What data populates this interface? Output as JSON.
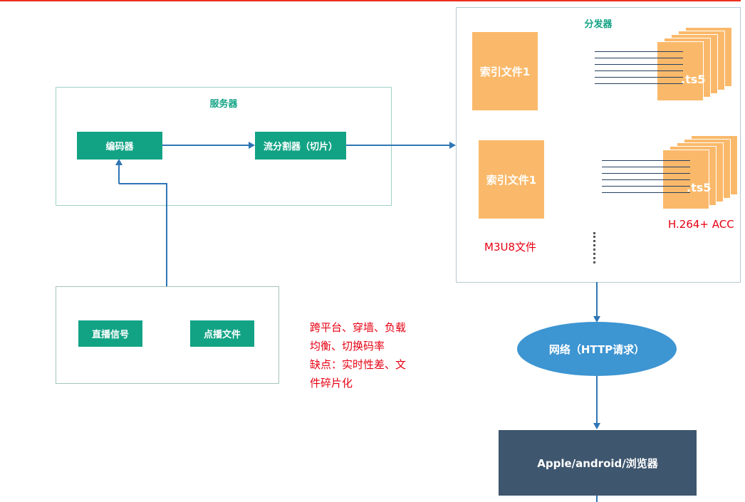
{
  "colors": {
    "teal_node": "#12a385",
    "teal_title": "#12a385",
    "orange_node": "#fab96a",
    "connector_blue": "#2e75b6",
    "bundle_line_dark": "#243f60",
    "note_red": "#e60012",
    "network_blue": "#3d95d2",
    "client_dark": "#3e566e",
    "top_rule_red": "#ee2f1e"
  },
  "server_panel": {
    "title": "服务器",
    "encoder_label": "编码器",
    "splitter_label": "流分割器（切片）"
  },
  "source_panel": {
    "live_label": "直播信号",
    "vod_label": "点播文件"
  },
  "notes": {
    "lines": [
      "跨平台、穿墙、负载",
      "均衡、切换码率",
      "缺点：实时性差、文",
      "件碎片化"
    ]
  },
  "distributor_panel": {
    "title": "分发器",
    "index_label_1": "索引文件1",
    "index_label_2": "索引文件1",
    "ts_label": ".ts5",
    "codec_label": "H.264+ ACC",
    "m3u8_label": "M3U8文件"
  },
  "network_node": {
    "label": "网络（HTTP请求）"
  },
  "client_node": {
    "label": "Apple/android/浏览器"
  }
}
